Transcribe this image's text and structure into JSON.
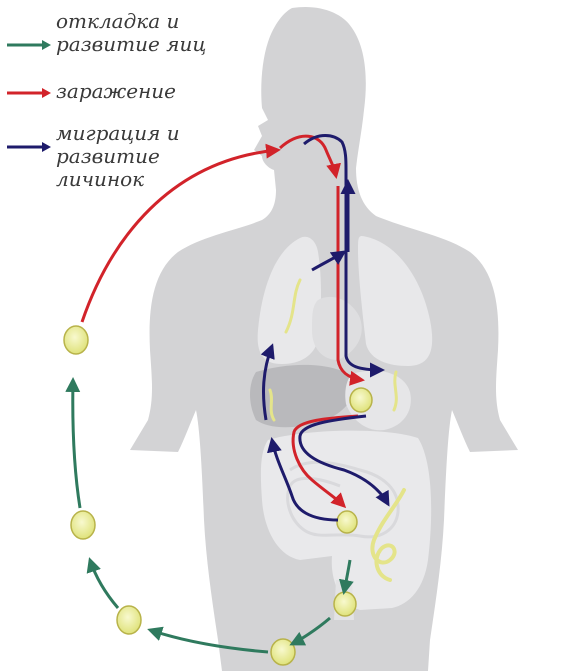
{
  "legend": {
    "eggs": {
      "line1": "откладка и",
      "line2": "развитие яиц"
    },
    "infection": {
      "line1": "заражение"
    },
    "larvae": {
      "line1": "миграция и",
      "line2": "развитие",
      "line3": "личинок"
    }
  },
  "colors": {
    "eggs": "#2f7a5e",
    "infection": "#d2232a",
    "larvae": "#1e1b6b",
    "body": "#d3d3d5",
    "organs": "#e6e6e8",
    "egg_fill": "#eef0a8",
    "egg_stroke": "#b8b34a"
  }
}
